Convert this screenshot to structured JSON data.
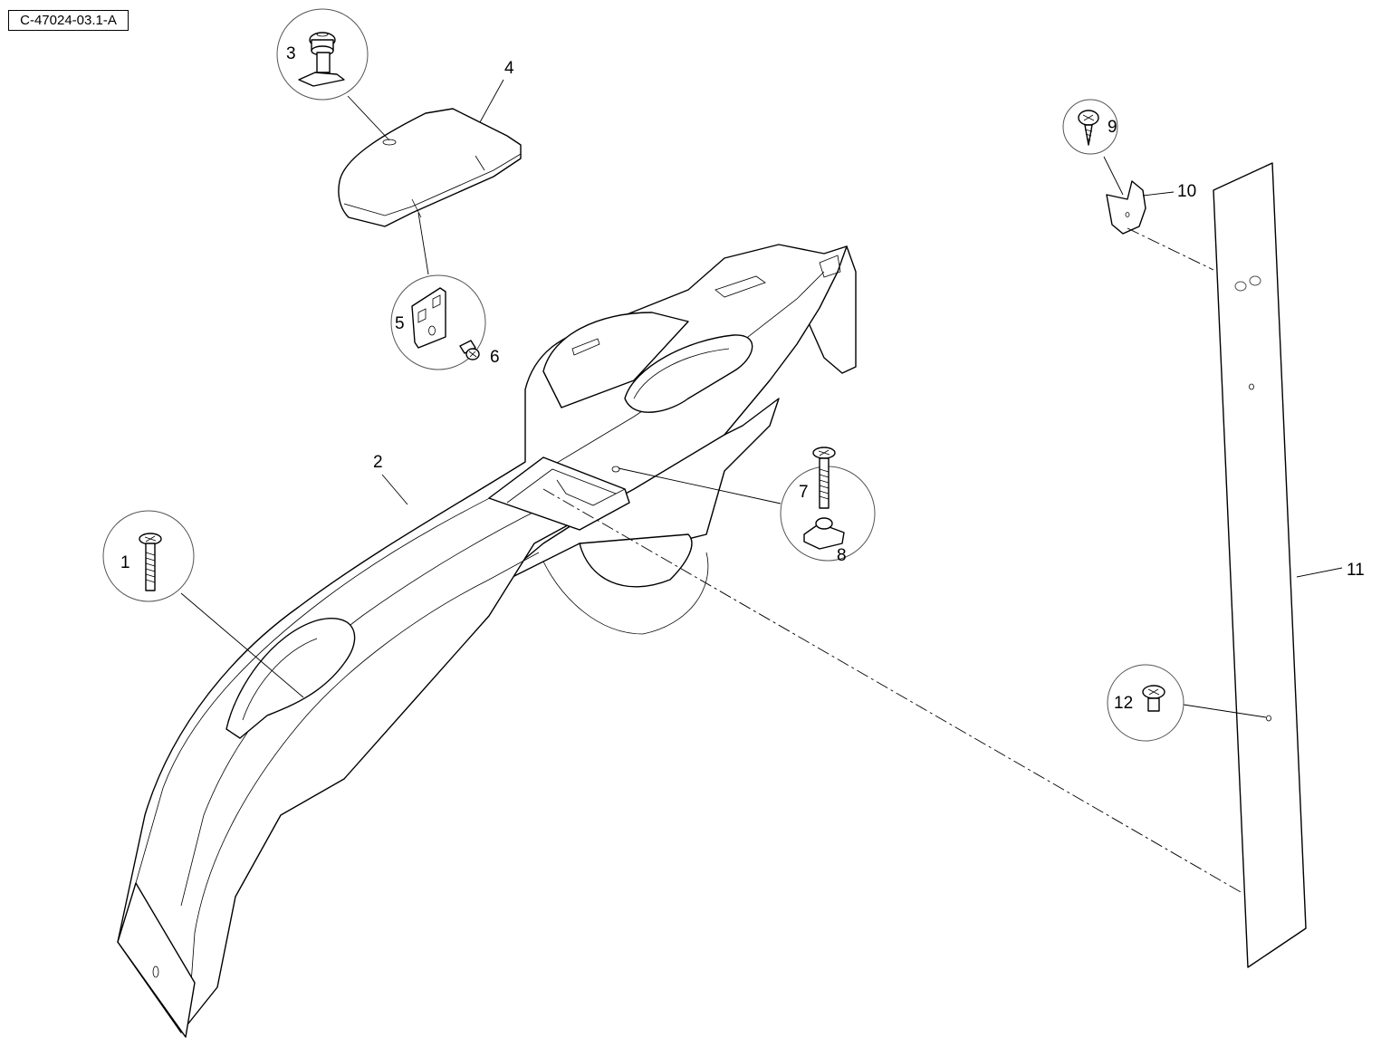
{
  "figure_id": "C-47024-03.1-A",
  "callouts": {
    "c1": "1",
    "c2": "2",
    "c3": "3",
    "c4": "4",
    "c5": "5",
    "c6": "6",
    "c7": "7",
    "c8": "8",
    "c9": "9",
    "c10": "10",
    "c11": "11",
    "c12": "12"
  }
}
